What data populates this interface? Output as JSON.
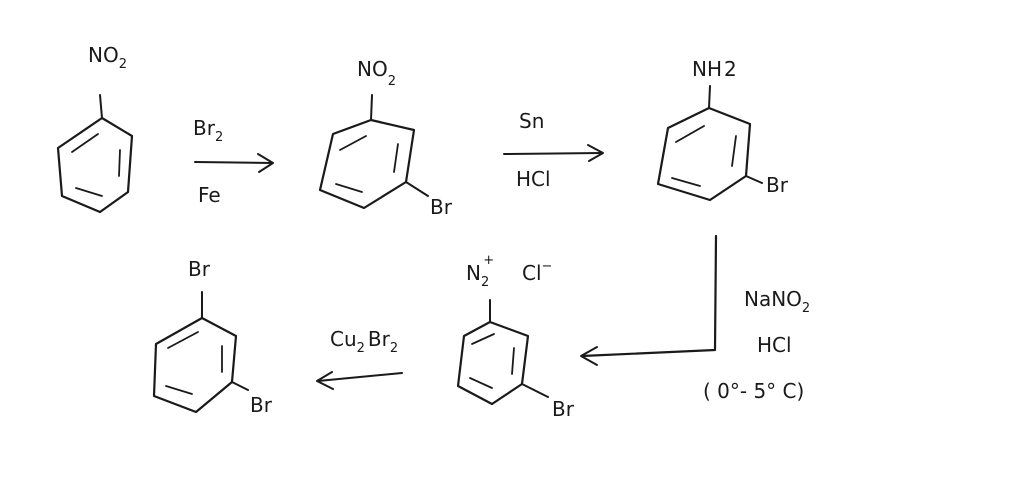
{
  "scheme": {
    "compounds": [
      {
        "name": "nitrobenzene",
        "substituent_top": "NO",
        "top_sub": "2",
        "substituent_side": ""
      },
      {
        "name": "m-bromonitrobenzene",
        "substituent_top": "NO",
        "top_sub": "2",
        "substituent_side": "Br"
      },
      {
        "name": "m-bromoaniline",
        "substituent_top": "NH",
        "top_sub": "2",
        "substituent_side": "Br"
      },
      {
        "name": "m-bromobenzenediazonium chloride",
        "substituent_top": "N",
        "top_sub": "2",
        "top_charge": "+",
        "counter_ion": "Cl",
        "counter_charge": "−",
        "substituent_side": "Br"
      },
      {
        "name": "m-dibromobenzene",
        "substituent_top": "Br",
        "top_sub": "",
        "substituent_side": "Br"
      }
    ],
    "steps": [
      {
        "reagent_top": "Br",
        "reagent_top_sub": "2",
        "reagent_bottom": "Fe"
      },
      {
        "reagent_top": "Sn",
        "reagent_bottom": "HCl"
      },
      {
        "reagent_line1": "NaNO",
        "reagent_line1_sub": "2",
        "reagent_line2": "HCl",
        "reagent_line3": "( 0°- 5° C)"
      },
      {
        "reagent_top_parts": [
          "Cu",
          "2",
          "Br",
          "2"
        ]
      }
    ]
  }
}
